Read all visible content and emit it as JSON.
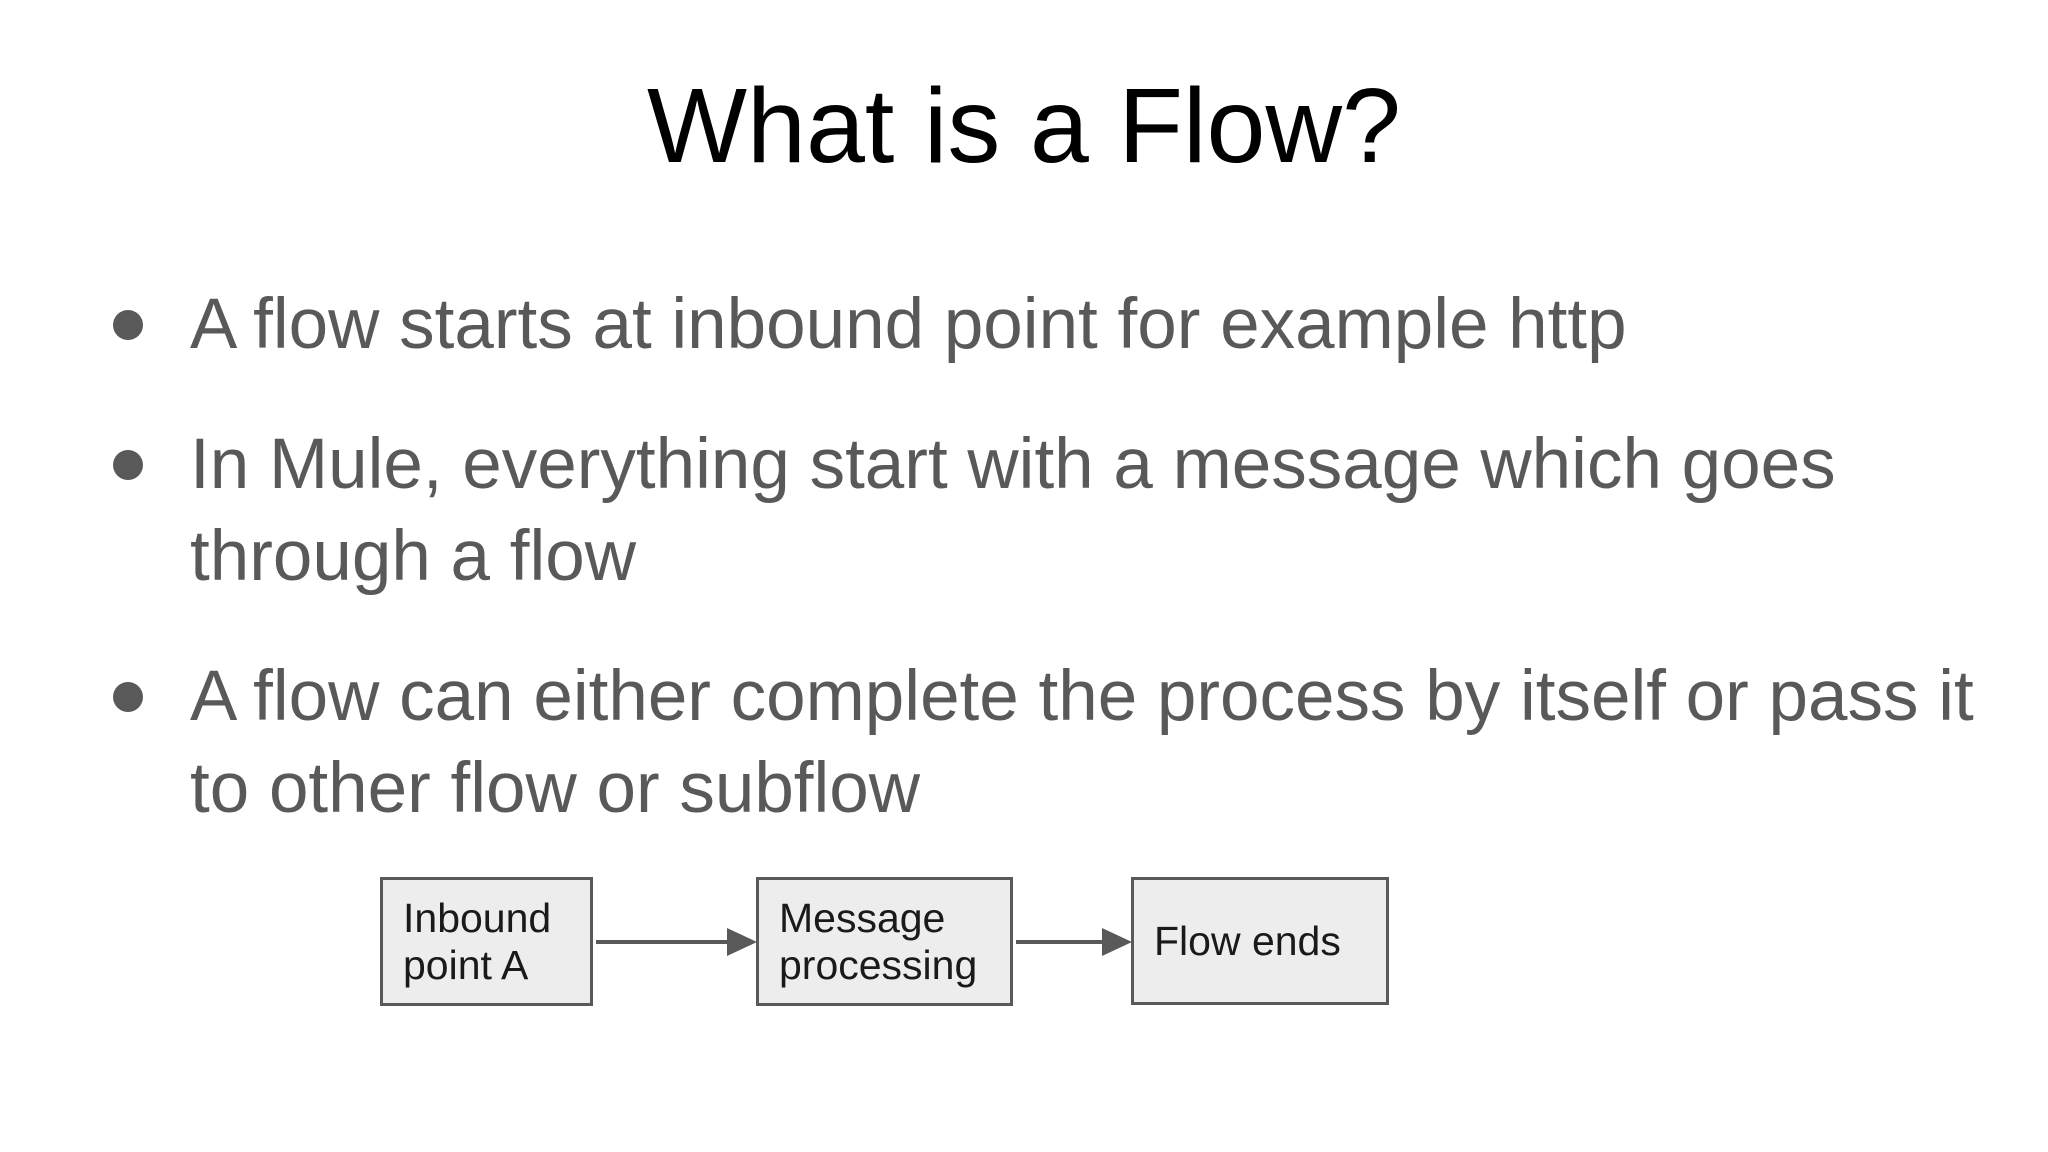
{
  "slide": {
    "title": "What is a Flow?",
    "bullets": [
      {
        "lines": [
          "A flow starts at inbound point for example http"
        ]
      },
      {
        "lines": [
          "In Mule, everything start with a message which goes",
          "through a flow"
        ]
      },
      {
        "lines": [
          "A flow can either complete the process by itself or pass it",
          "to other flow or subflow"
        ]
      }
    ],
    "diagram": {
      "nodes": [
        {
          "label": "Inbound point A"
        },
        {
          "label": "Message processing"
        },
        {
          "label": "Flow ends"
        }
      ],
      "connections": [
        {
          "from": "Inbound point A",
          "to": "Message processing"
        },
        {
          "from": "Message processing",
          "to": "Flow ends"
        }
      ]
    },
    "colors": {
      "background": "#ffffff",
      "title_text": "#000000",
      "body_text": "#595959",
      "node_fill": "#ededed",
      "node_border": "#595959",
      "node_text": "#1a1a1a",
      "arrow": "#595959"
    }
  }
}
